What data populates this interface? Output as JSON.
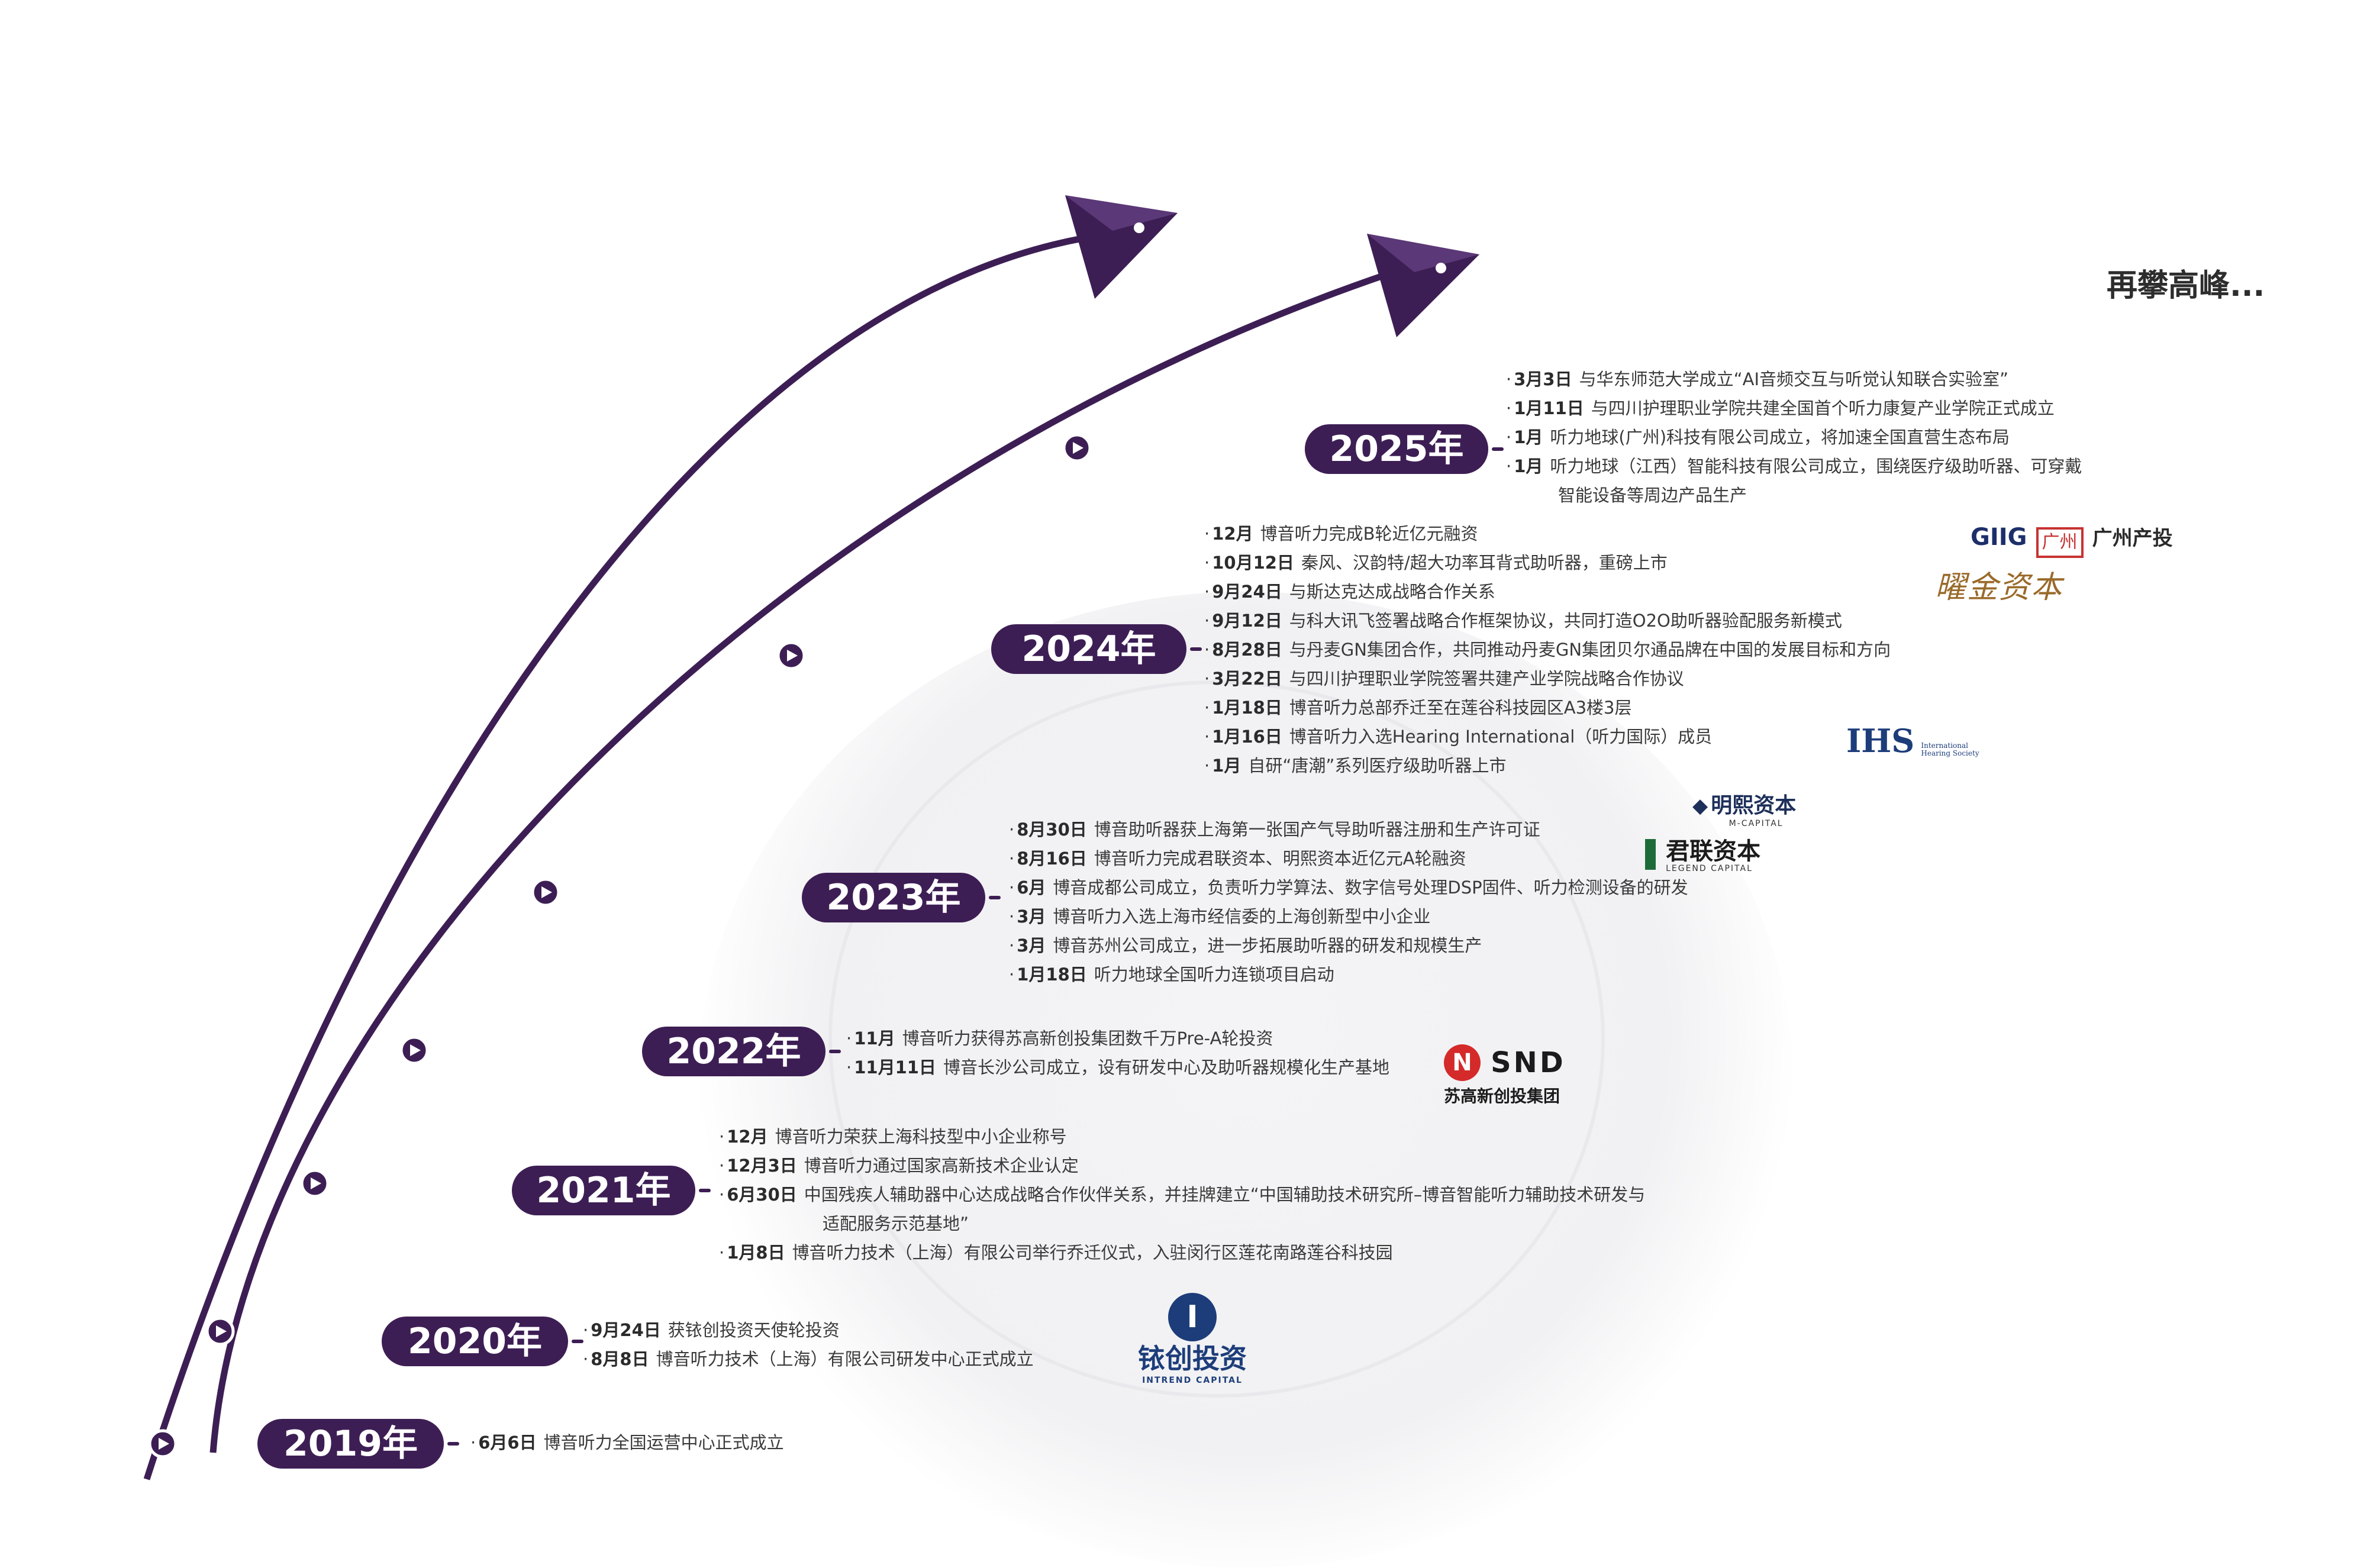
{
  "tagline": "再攀高峰...",
  "timeline": [
    {
      "year": "2019年",
      "events": [
        {
          "date": "6月6日",
          "text": "博音听力全国运营中心正式成立"
        }
      ]
    },
    {
      "year": "2020年",
      "events": [
        {
          "date": "9月24日",
          "text": "获铱创投资天使轮投资"
        },
        {
          "date": "8月8日",
          "text": "博音听力技术（上海）有限公司研发中心正式成立"
        }
      ]
    },
    {
      "year": "2021年",
      "events": [
        {
          "date": "12月",
          "text": "博音听力荣获上海科技型中小企业称号"
        },
        {
          "date": "12月3日",
          "text": "博音听力通过国家高新技术企业认定"
        },
        {
          "date": "6月30日",
          "text": "中国残疾人辅助器中心达成战略合作伙伴关系，并挂牌建立“中国辅助技术研究所–博音智能听力辅助技术研发与",
          "cont": "适配服务示范基地”"
        },
        {
          "date": "1月8日",
          "text": "博音听力技术（上海）有限公司举行乔迁仪式，入驻闵行区莲花南路莲谷科技园"
        }
      ]
    },
    {
      "year": "2022年",
      "events": [
        {
          "date": "11月",
          "text": "博音听力获得苏高新创投集团数千万Pre-A轮投资"
        },
        {
          "date": "11月11日",
          "text": "博音长沙公司成立，设有研发中心及助听器规模化生产基地"
        }
      ]
    },
    {
      "year": "2023年",
      "events": [
        {
          "date": "8月30日",
          "text": "博音助听器获上海第一张国产气导助听器注册和生产许可证"
        },
        {
          "date": "8月16日",
          "text": "博音听力完成君联资本、明熙资本近亿元A轮融资"
        },
        {
          "date": "6月",
          "text": "博音成都公司成立，负责听力学算法、数字信号处理DSP固件、听力检测设备的研发"
        },
        {
          "date": "3月",
          "text": "博音听力入选上海市经信委的上海创新型中小企业"
        },
        {
          "date": "3月",
          "text": "博音苏州公司成立，进一步拓展助听器的研发和规模生产"
        },
        {
          "date": "1月18日",
          "text": "听力地球全国听力连锁项目启动"
        }
      ]
    },
    {
      "year": "2024年",
      "events": [
        {
          "date": "12月",
          "text": "博音听力完成B轮近亿元融资"
        },
        {
          "date": "10月12日",
          "text": "秦风、汉韵特/超大功率耳背式助听器，重磅上市"
        },
        {
          "date": "9月24日",
          "text": "与斯达克达成战略合作关系"
        },
        {
          "date": "9月12日",
          "text": "与科大讯飞签署战略合作框架协议，共同打造O2O助听器验配服务新模式"
        },
        {
          "date": "8月28日",
          "text": "与丹麦GN集团合作，共同推动丹麦GN集团贝尔通品牌在中国的发展目标和方向"
        },
        {
          "date": "3月22日",
          "text": "与四川护理职业学院签署共建产业学院战略合作协议"
        },
        {
          "date": "1月18日",
          "text": "博音听力总部乔迁至在莲谷科技园区A3楼3层"
        },
        {
          "date": "1月16日",
          "text": "博音听力入选Hearing International（听力国际）成员"
        },
        {
          "date": "1月",
          "text": "自研“唐潮”系列医疗级助听器上市"
        }
      ]
    },
    {
      "year": "2025年",
      "events": [
        {
          "date": "3月3日",
          "text": "与华东师范大学成立“AI音频交互与听觉认知联合实验室”"
        },
        {
          "date": "1月11日",
          "text": "与四川护理职业学院共建全国首个听力康复产业学院正式成立"
        },
        {
          "date": "1月",
          "text": "听力地球(广州)科技有限公司成立，将加速全国直营生态布局"
        },
        {
          "date": "1月",
          "text": "听力地球（江西）智能科技有限公司成立，围绕医疗级助听器、可穿戴",
          "cont": "智能设备等周边产品生产"
        }
      ]
    }
  ],
  "logos": {
    "giig": {
      "name": "GIIG",
      "seal": "广州",
      "suffix": "广州产投"
    },
    "yaojin": {
      "name": "曜金资本"
    },
    "ihs": {
      "name": "IHS",
      "sub": "International Hearing Society"
    },
    "mingxi": {
      "name": "明熙资本",
      "sub": "M-CAPITAL"
    },
    "junlian": {
      "name": "君联资本",
      "sub": "LEGEND CAPITAL"
    },
    "snd": {
      "name": "SND",
      "sub": "苏高新创投集团"
    },
    "intrend": {
      "name": "铱创投资",
      "sub": "INTREND CAPITAL"
    }
  },
  "colors": {
    "primary": "#3d1e54",
    "text": "#3a3a3a",
    "snd_red": "#d42a2a",
    "junlian_green": "#1e6b3a",
    "mingxi_navy": "#1d2f5a",
    "yaojin_gold": "#9a6a2a"
  }
}
